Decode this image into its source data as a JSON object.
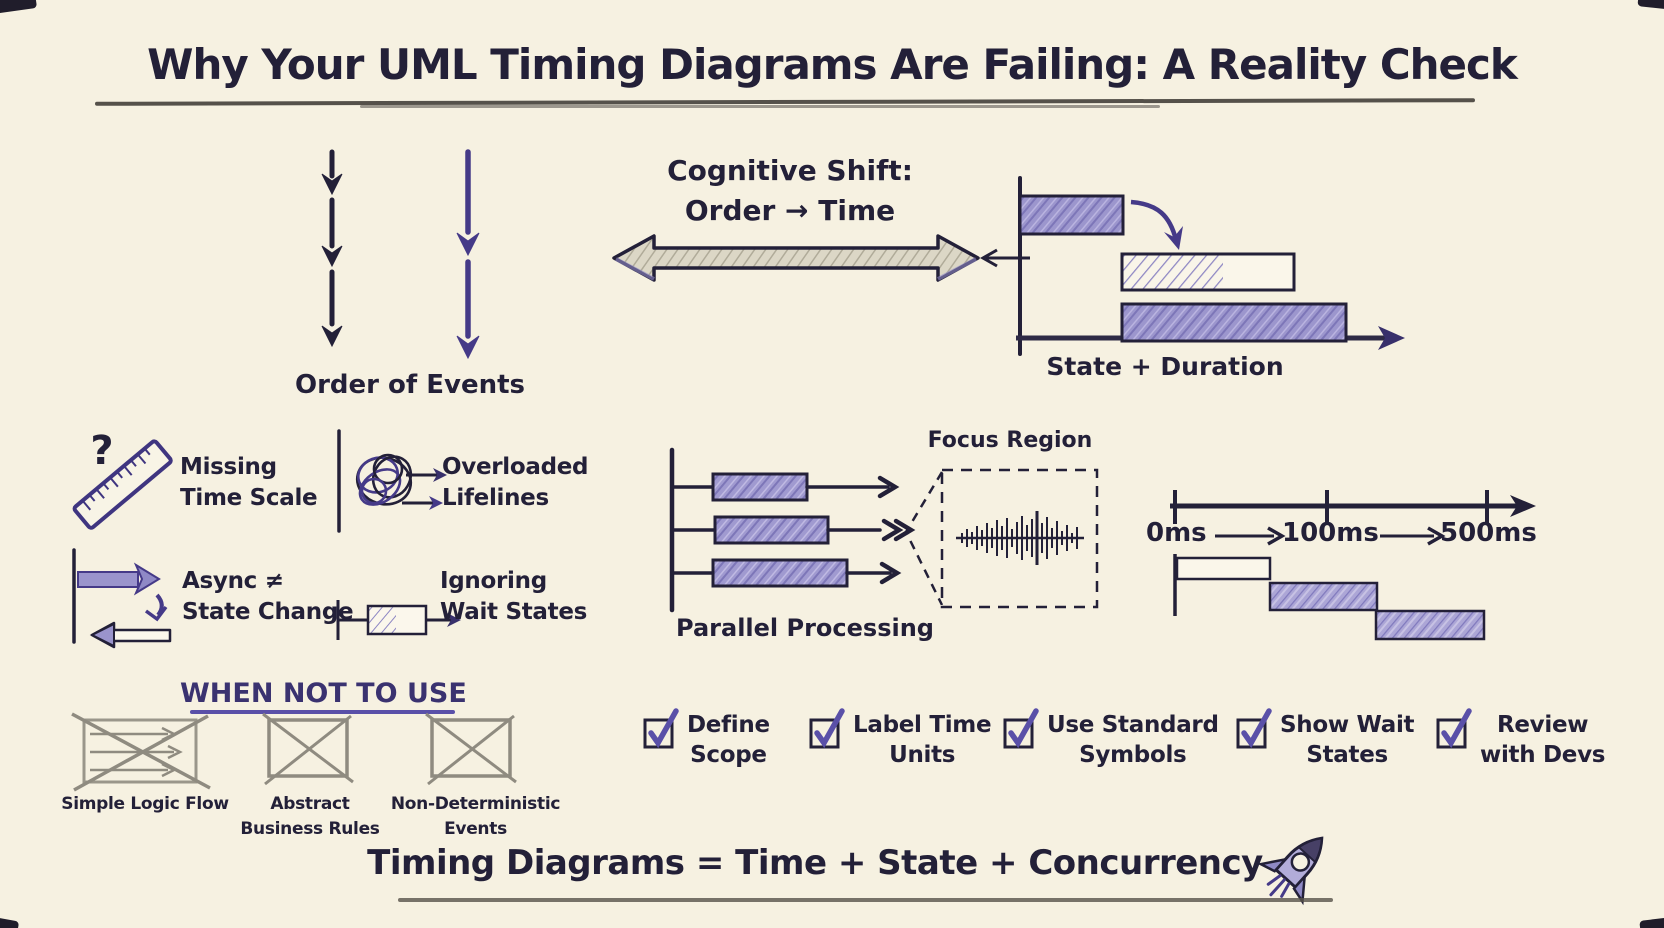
{
  "title": "Why Your UML Timing Diagrams Are Failing: A Reality Check",
  "order_of_events": {
    "label": "Order of Events"
  },
  "cognitive_shift": {
    "line1": "Cognitive Shift:",
    "line2": "Order → Time"
  },
  "state_duration": {
    "label": "State + Duration"
  },
  "pitfalls": [
    {
      "icon": "ruler-question-icon",
      "glyph": "?",
      "line1": "Missing",
      "line2": "Time Scale"
    },
    {
      "icon": "tangled-lifelines-icon",
      "line1": "Overloaded",
      "line2": "Lifelines"
    },
    {
      "icon": "async-arrows-icon",
      "line1": "Async ≠",
      "line2": "State Change"
    },
    {
      "icon": "wait-state-box-icon",
      "line1": "Ignoring",
      "line2": "Wait States"
    }
  ],
  "parallel_processing": {
    "label": "Parallel Processing"
  },
  "focus_region": {
    "label": "Focus Region"
  },
  "timeline": {
    "ticks": [
      "0ms",
      "100ms",
      "500ms"
    ]
  },
  "when_not_to_use": {
    "heading": "WHEN NOT TO USE",
    "items": [
      {
        "line1": "Simple Logic Flow",
        "line2": ""
      },
      {
        "line1": "Abstract",
        "line2": "Business Rules"
      },
      {
        "line1": "Non-Deterministic",
        "line2": "Events"
      }
    ]
  },
  "checklist": [
    {
      "line1": "Define",
      "line2": "Scope"
    },
    {
      "line1": "Label Time",
      "line2": "Units"
    },
    {
      "line1": "Use Standard",
      "line2": "Symbols"
    },
    {
      "line1": "Show Wait",
      "line2": "States"
    },
    {
      "line1": "Review",
      "line2": "with Devs"
    }
  ],
  "footer": {
    "formula": "Timing Diagrams = Time + State + Concurrency"
  },
  "colors": {
    "background": "#f6f1e1",
    "ink": "#232038",
    "purple": "#453a88",
    "purple_fill": "#9a94cc",
    "sketch_gray": "#8f8b80"
  }
}
